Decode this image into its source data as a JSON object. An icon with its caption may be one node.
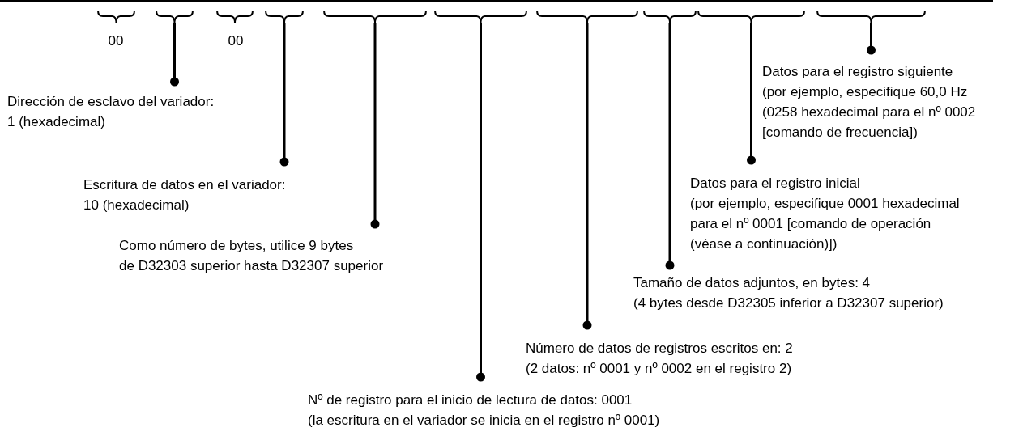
{
  "diagram": {
    "nodes": [
      {
        "text": [],
        "shape": "brace"
      },
      {
        "text": [],
        "shape": "brace"
      },
      {
        "text": [],
        "shape": "brace"
      },
      {
        "text": [],
        "shape": "brace"
      },
      {
        "text": [],
        "shape": "brace"
      },
      {
        "text": [],
        "shape": "brace"
      },
      {
        "text": [],
        "shape": "brace"
      },
      {
        "text": [],
        "shape": "brace"
      },
      {
        "text": [],
        "shape": "brace"
      },
      {
        "text": [],
        "shape": "brace"
      },
      {
        "text": [
          "Datos para el registro siguiente",
          "(por ejemplo, especifique 60,0 Hz",
          "(0258 hexadecimal para el nº 0002",
          "[comando de frecuencia])"
        ]
      },
      {
        "text": [
          "Dirección de esclavo del variador:",
          "1 (hexadecimal)"
        ]
      },
      {
        "text": [
          "Datos para el registro inicial",
          "(por ejemplo, especifique 0001 hexadecimal",
          "para el nº 0001 [comando de operación",
          "(véase a continuación)])"
        ]
      },
      {
        "text": [
          "Escritura de datos en el variador:",
          "10 (hexadecimal)"
        ]
      },
      {
        "text": [
          "Como número de bytes, utilice 9 bytes",
          "de D32303 superior hasta D32307 superior"
        ]
      },
      {
        "text": [
          "Tamaño de datos adjuntos, en bytes: 4",
          "(4 bytes desde D32305 inferior a D32307 superior)"
        ]
      },
      {
        "text": [
          "Número de datos de registros escritos en: 2",
          "(2 datos: nº 0001 y nº 0002 en el registro 2)"
        ]
      },
      {
        "text": [
          "Nº de registro para el inicio de lectura de datos: 0001",
          "(la escritura en el variador se inicia en el registro nº 0001)"
        ]
      }
    ],
    "edges": [
      {
        "from": 10,
        "to": 9,
        "arrow": "other"
      },
      {
        "from": 11,
        "to": 1,
        "arrow": "other"
      },
      {
        "from": 12,
        "to": 8,
        "arrow": "other"
      },
      {
        "from": 13,
        "to": 3,
        "arrow": "other"
      },
      {
        "from": 14,
        "to": 4,
        "arrow": "other"
      },
      {
        "from": 15,
        "to": 7,
        "arrow": "other"
      },
      {
        "from": 16,
        "to": 6,
        "arrow": "other"
      },
      {
        "from": 17,
        "to": 5,
        "arrow": "other"
      }
    ],
    "labels": [
      "00",
      "00"
    ]
  }
}
